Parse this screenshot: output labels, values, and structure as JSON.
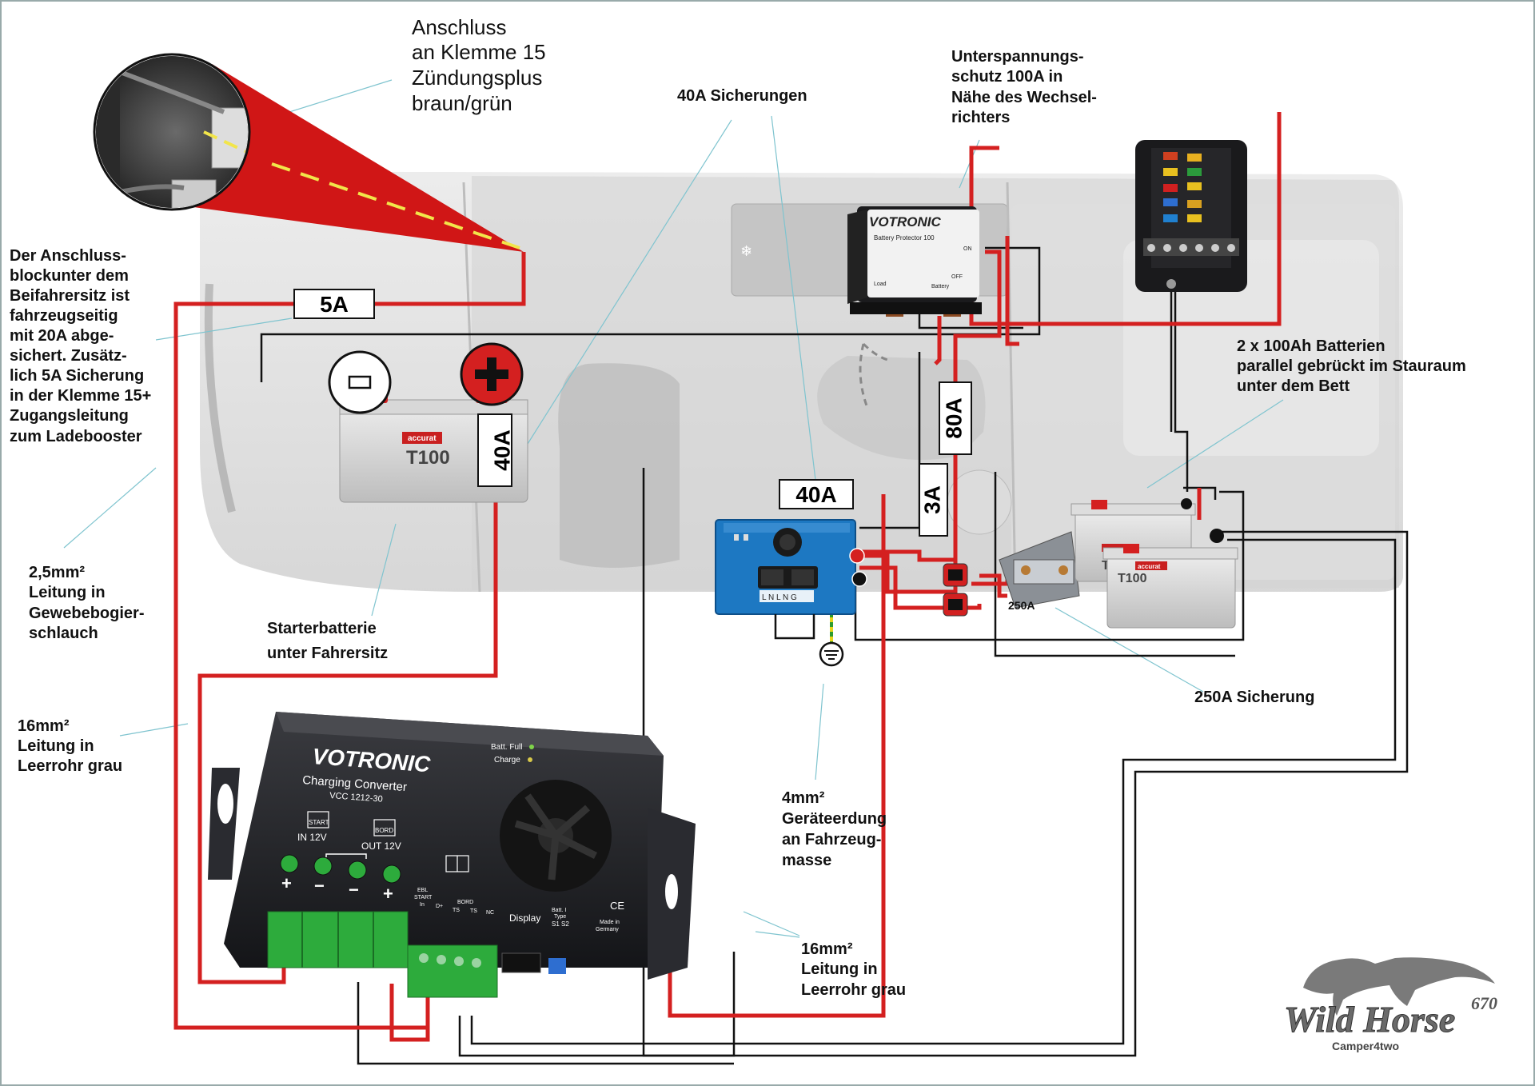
{
  "labels": {
    "klemme15": [
      "Anschluss",
      "an Klemme 15",
      "Zündungsplus",
      "braun/grün"
    ],
    "fuses40": "40A Sicherungen",
    "undervoltage": [
      "Unterspannungs-",
      "schutz 100A in",
      "Nähe des Wechsel-",
      "richters"
    ],
    "anschlussblock": [
      "Der Anschluss-",
      "blockunter dem",
      "Beifahrersitz ist",
      "fahrzeugseitig",
      "mit 20A abge-",
      "sichert. Zusätz-",
      "lich 5A Sicherung",
      "in der Klemme 15+",
      "Zugangsleitung",
      "zum Ladebooster"
    ],
    "batteries": [
      "2 x 100Ah Batterien",
      "parallel gebrückt im Stauraum",
      "unter dem Bett"
    ],
    "cable25": [
      "2,5mm²",
      "Leitung in",
      "Gewebebogier-",
      "schlauch"
    ],
    "starter": [
      "Starterbatterie",
      "unter Fahrersitz"
    ],
    "fuse250": "250A Sicherung",
    "cable16_left": [
      "16mm²",
      "Leitung in",
      "Leerrohr grau"
    ],
    "earthing": [
      "4mm²",
      "Geräteerdung",
      "an Fahrzeug-",
      "masse"
    ],
    "cable16_right": [
      "16mm²",
      "Leitung in",
      "Leerrohr grau"
    ]
  },
  "fuse_boxes": {
    "f5": "5A",
    "f40_vertical": "40A",
    "f40_horizontal": "40A",
    "f80": "80A",
    "f3": "3A",
    "f250_small": "250A"
  },
  "starter_battery": {
    "brand": "accurat",
    "model": "T100",
    "minus_symbol": "−",
    "plus_symbol": "+"
  },
  "service_battery": {
    "brand": "accurat",
    "model": "T100"
  },
  "protector": {
    "brand": "VOTRONIC",
    "model": "Battery Protector 100",
    "load": "Load",
    "battery": "Battery",
    "on": "ON",
    "off": "OFF"
  },
  "converter": {
    "brand": "VOTRONIC",
    "title": "Charging Converter",
    "model": "VCC 1212-30",
    "batt_full": "Batt. Full",
    "charge": "Charge",
    "start": "START",
    "bord": "BORD",
    "in": "IN 12V",
    "out": "OUT 12V",
    "ebl": "EBL",
    "ebl_start": "START",
    "ebl_in": "In",
    "ebl_d": "D+",
    "bord_i": "BORD",
    "ts1": "TS",
    "ts2": "TS",
    "nc": "NC",
    "display": "Display",
    "batt_type": "Batt. I",
    "batt_type2": "Type",
    "s1s2": "S1 S2",
    "ce": "CE",
    "made": "Made in",
    "germany": "Germany",
    "t1": "+",
    "t2": "−",
    "t3": "−",
    "t4": "+"
  },
  "inverter": {
    "outlet_labels": "L N L N G"
  },
  "logo": {
    "name": "Wild Horse",
    "number": "670",
    "sub": "Camper4two"
  },
  "colors": {
    "red_wire": "#d42020",
    "black_wire": "#111111",
    "earth_wire": "#2e9b2e",
    "earth_stripe": "#e8d51a",
    "cone": "#d01616",
    "inverter_blue": "#1d78c2",
    "device_dark": "#1e1f22",
    "terminal_green": "#2dab3c",
    "leader_line": "#7fc4cf",
    "floorplan": "#cfcfcf"
  }
}
